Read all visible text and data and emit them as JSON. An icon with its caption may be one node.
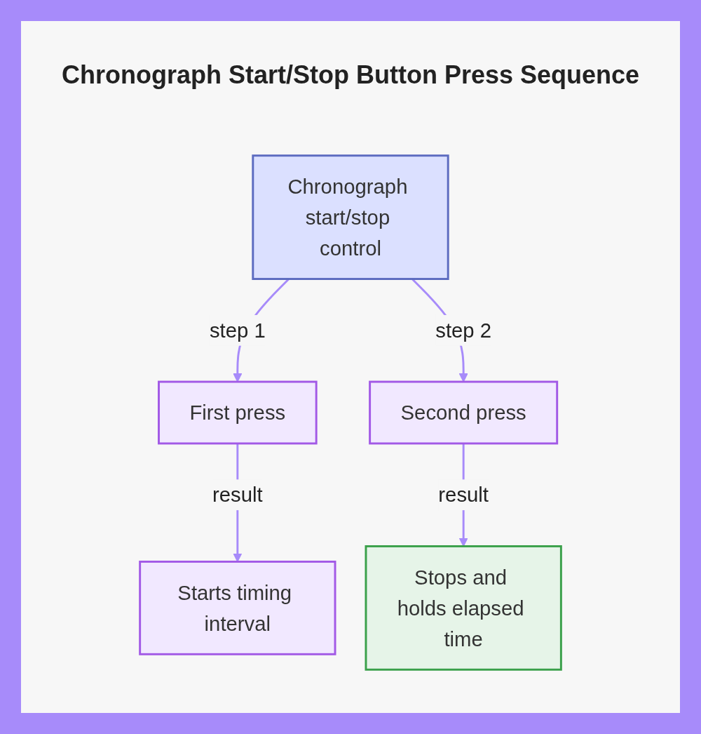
{
  "diagram": {
    "title": "Chronograph Start/Stop Button Press Sequence",
    "nodes": [
      {
        "text": [
          "Chronograph start/stop control"
        ]
      },
      {
        "text": [
          "First press"
        ]
      },
      {
        "text": [
          "Second press"
        ]
      },
      {
        "text": [
          "Starts timing interval"
        ]
      },
      {
        "text": [
          "Stops and holds elapsed time"
        ]
      }
    ],
    "edges": [
      {
        "from": 0,
        "to": 1,
        "arrow": "to",
        "label": "step 1"
      },
      {
        "from": 0,
        "to": 2,
        "arrow": "to",
        "label": "step 2"
      },
      {
        "from": 1,
        "to": 3,
        "arrow": "to",
        "label": "result"
      },
      {
        "from": 2,
        "to": 4,
        "arrow": "to",
        "label": "result"
      }
    ]
  }
}
